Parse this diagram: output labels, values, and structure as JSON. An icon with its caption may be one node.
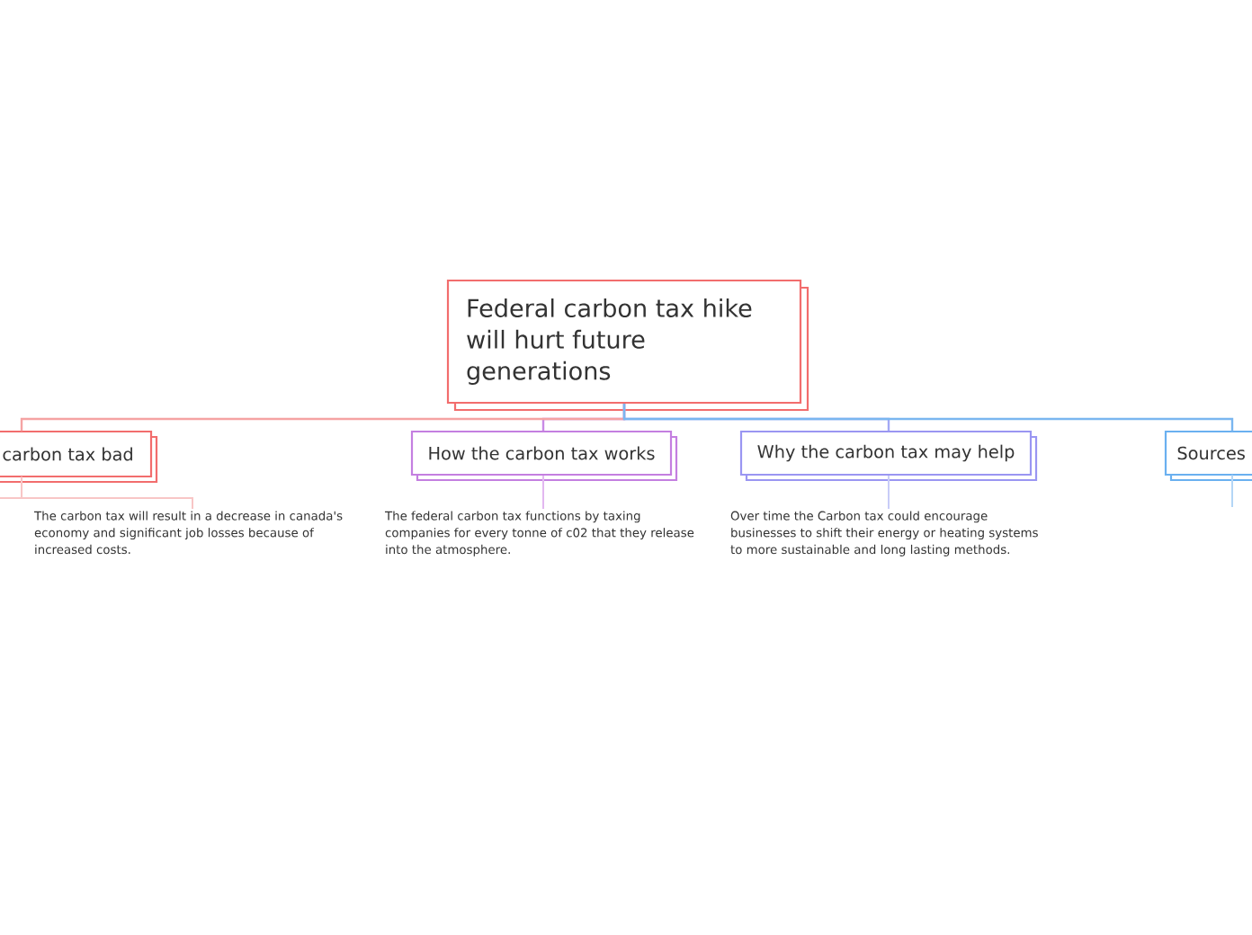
{
  "diagram": {
    "nodes": [
      {
        "text": [
          "Federal carbon tax hike will hurt future generations"
        ]
      },
      {
        "text": [
          "carbon tax bad"
        ]
      },
      {
        "text": [
          "How the carbon tax works"
        ]
      },
      {
        "text": [
          "Why the carbon tax may help"
        ]
      },
      {
        "text": [
          "Sources"
        ]
      },
      {
        "text": [
          "The carbon tax will result in a decrease in canada's economy and significant job losses because of increased costs."
        ]
      },
      {
        "text": [
          "The federal carbon tax functions by taxing companies for every tonne of c02 that they release into the atmosphere."
        ]
      },
      {
        "text": [
          "Over time the Carbon tax could encourage businesses to shift their energy or heating systems to more sustainable and long lasting methods."
        ]
      }
    ],
    "edges": [
      {
        "from": 0,
        "to": 1,
        "arrow": "none",
        "color": "#f5a3a3"
      },
      {
        "from": 0,
        "to": 2,
        "arrow": "none",
        "color": "#c98ae6"
      },
      {
        "from": 0,
        "to": 3,
        "arrow": "none",
        "color": "#a3a8f5"
      },
      {
        "from": 0,
        "to": 4,
        "arrow": "none",
        "color": "#7ab6f0"
      },
      {
        "from": 1,
        "to": 5,
        "arrow": "none",
        "color": "#f8c6c6"
      },
      {
        "from": 1,
        "to": null,
        "arrow": "none",
        "color": "#f8c6c6"
      },
      {
        "from": 2,
        "to": 6,
        "arrow": "none",
        "color": "#e2b8f0"
      },
      {
        "from": 3,
        "to": 7,
        "arrow": "none",
        "color": "#c8ccf8"
      },
      {
        "from": 4,
        "to": null,
        "arrow": "none",
        "color": "#b4d6f6"
      }
    ]
  }
}
